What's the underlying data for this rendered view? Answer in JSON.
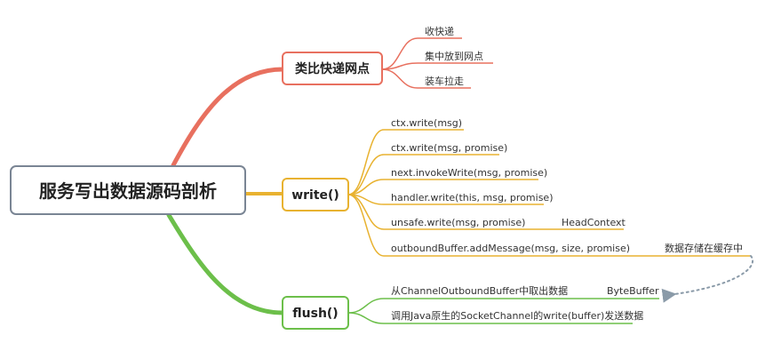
{
  "root": {
    "label": "服务写出数据源码剖析"
  },
  "branches": {
    "analogy": {
      "label": "类比快递网点",
      "color": "#e8705f",
      "leaves": [
        "收快递",
        "集中放到网点",
        "装车拉走"
      ]
    },
    "write": {
      "label": "write()",
      "color": "#e8b230",
      "leaves": [
        "ctx.write(msg)",
        "ctx.write(msg, promise)",
        "next.invokeWrite(msg, promise)",
        "handler.write(this, msg, promise)",
        "unsafe.write(msg, promise)",
        "outboundBuffer.addMessage(msg, size, promise)"
      ],
      "notes": {
        "head_context": "HeadContext",
        "buffer_note": "数据存储在缓存中"
      }
    },
    "flush": {
      "label": "flush()",
      "color": "#6cbf4a",
      "leaves": [
        "从ChannelOutboundBuffer中取出数据",
        "调用Java原生的SocketChannel的write(buffer)发送数据"
      ],
      "notes": {
        "byte_buffer": "ByteBuffer"
      }
    }
  },
  "colors": {
    "root_border": "#7a8594",
    "arrow": "#8a9aa8"
  }
}
